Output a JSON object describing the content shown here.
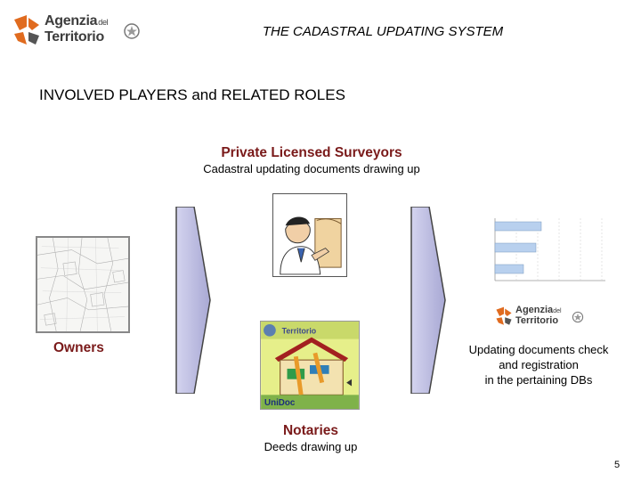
{
  "header": {
    "logo_line1": "Agenzia",
    "logo_line1_small": "del",
    "logo_line2": "Territorio",
    "title": "THE CADASTRAL UPDATING SYSTEM"
  },
  "section_title": "INVOLVED PLAYERS and RELATED ROLES",
  "surveyors": {
    "title": "Private Licensed Surveyors",
    "role": "Cadastral updating documents drawing up"
  },
  "owners": {
    "title": "Owners"
  },
  "agency": {
    "logo_line1": "Agenzia",
    "logo_line1_small": "del",
    "logo_line2": "Territorio",
    "role_lines": [
      "Updating documents check",
      "and registration",
      "in the pertaining DBs"
    ]
  },
  "notaries": {
    "title": "Notaries",
    "role": "Deeds drawing up"
  },
  "unidoc": {
    "top_label": "Territorio",
    "bottom_label": "UniDoc"
  },
  "colors": {
    "role_title": "#7a1a1a",
    "logo_orange": "#e06b1f",
    "arrow_fill": "#b9b9de"
  },
  "page_number": "5"
}
